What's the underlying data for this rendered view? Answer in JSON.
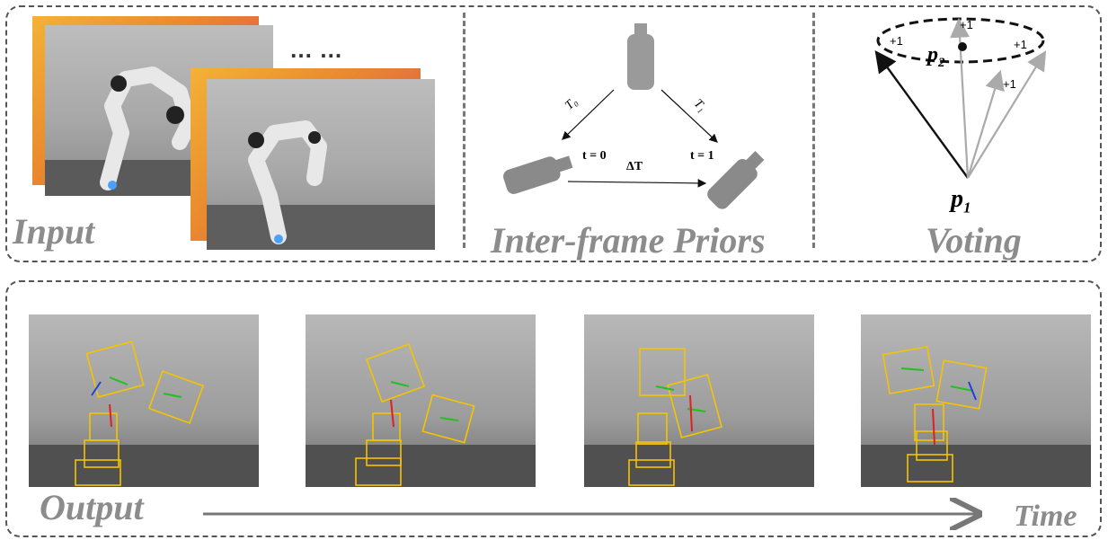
{
  "top": {
    "input_label": "Input",
    "priors_label": "Inter-frame Priors",
    "voting_label": "Voting",
    "ellipsis": "… …"
  },
  "priors": {
    "t0_transform": "T₀",
    "t1_transform": "T₁",
    "t0_label": "t = 0",
    "t1_label": "t = 1",
    "delta_label": "ΔT"
  },
  "voting": {
    "p1": "p",
    "p1_sub": "1",
    "p2": "p",
    "p2_sub": "2",
    "votes": [
      "+1",
      "+1",
      "+1",
      "+1"
    ]
  },
  "bottom": {
    "output_label": "Output",
    "time_label": "Time"
  },
  "colors": {
    "label_gray": "#8c8c8c",
    "box_yellow": "#f5c400",
    "axis_red": "#e02020",
    "axis_green": "#22c020",
    "axis_blue": "#2040e0"
  }
}
